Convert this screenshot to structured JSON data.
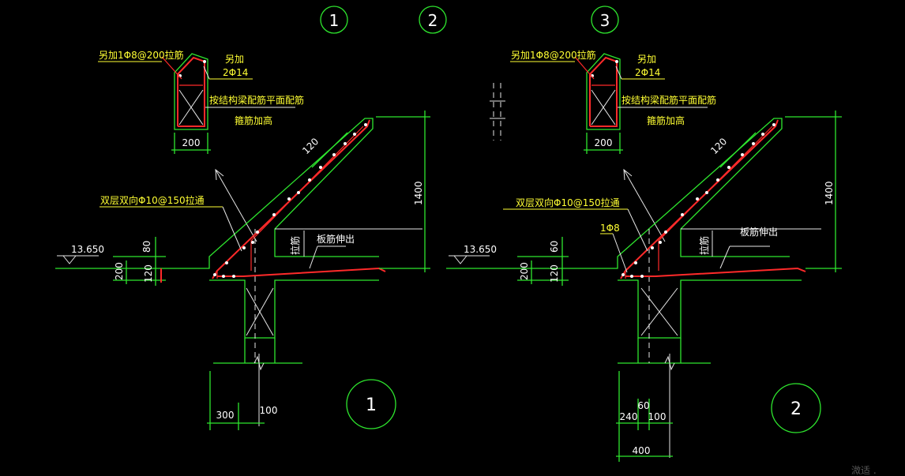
{
  "axis_bubbles": [
    "1",
    "2",
    "3"
  ],
  "detail1": {
    "beam_note": "另加1Φ8@200拉筋",
    "extra_label": "另加",
    "extra_bars": "2Φ14",
    "plan_note": "按结构梁配筋平面配筋",
    "stirrup_note": "箍筋加高",
    "beam_width": "200",
    "slope_thickness": "120",
    "height_dim": "1400",
    "slab_note": "双层双向Φ10@150拉通",
    "elevation": "13.650",
    "dim_80": "80",
    "dim_200": "200",
    "dim_120": "120",
    "cut_note": "拉筋",
    "extend_note": "板筋伸出",
    "dim_300": "300",
    "dim_100": "100",
    "detail_no": "1"
  },
  "detail2": {
    "beam_note": "另加1Φ8@200拉筋",
    "extra_label": "另加",
    "extra_bars": "2Φ14",
    "plan_note": "按结构梁配筋平面配筋",
    "stirrup_note": "箍筋加高",
    "beam_width": "200",
    "slope_thickness": "120",
    "height_dim": "1400",
    "slab_note": "双层双向Φ10@150拉通",
    "extra_bar": "1Φ8",
    "elevation": "13.650",
    "dim_60": "60",
    "dim_200": "200",
    "dim_120": "120",
    "cut_note": "拉筋",
    "extend_note": "板筋伸出",
    "dim_top60": "60",
    "dim_240": "240",
    "dim_100": "100",
    "dim_400": "400",
    "detail_no": "2"
  },
  "watermark": "溦适 ."
}
